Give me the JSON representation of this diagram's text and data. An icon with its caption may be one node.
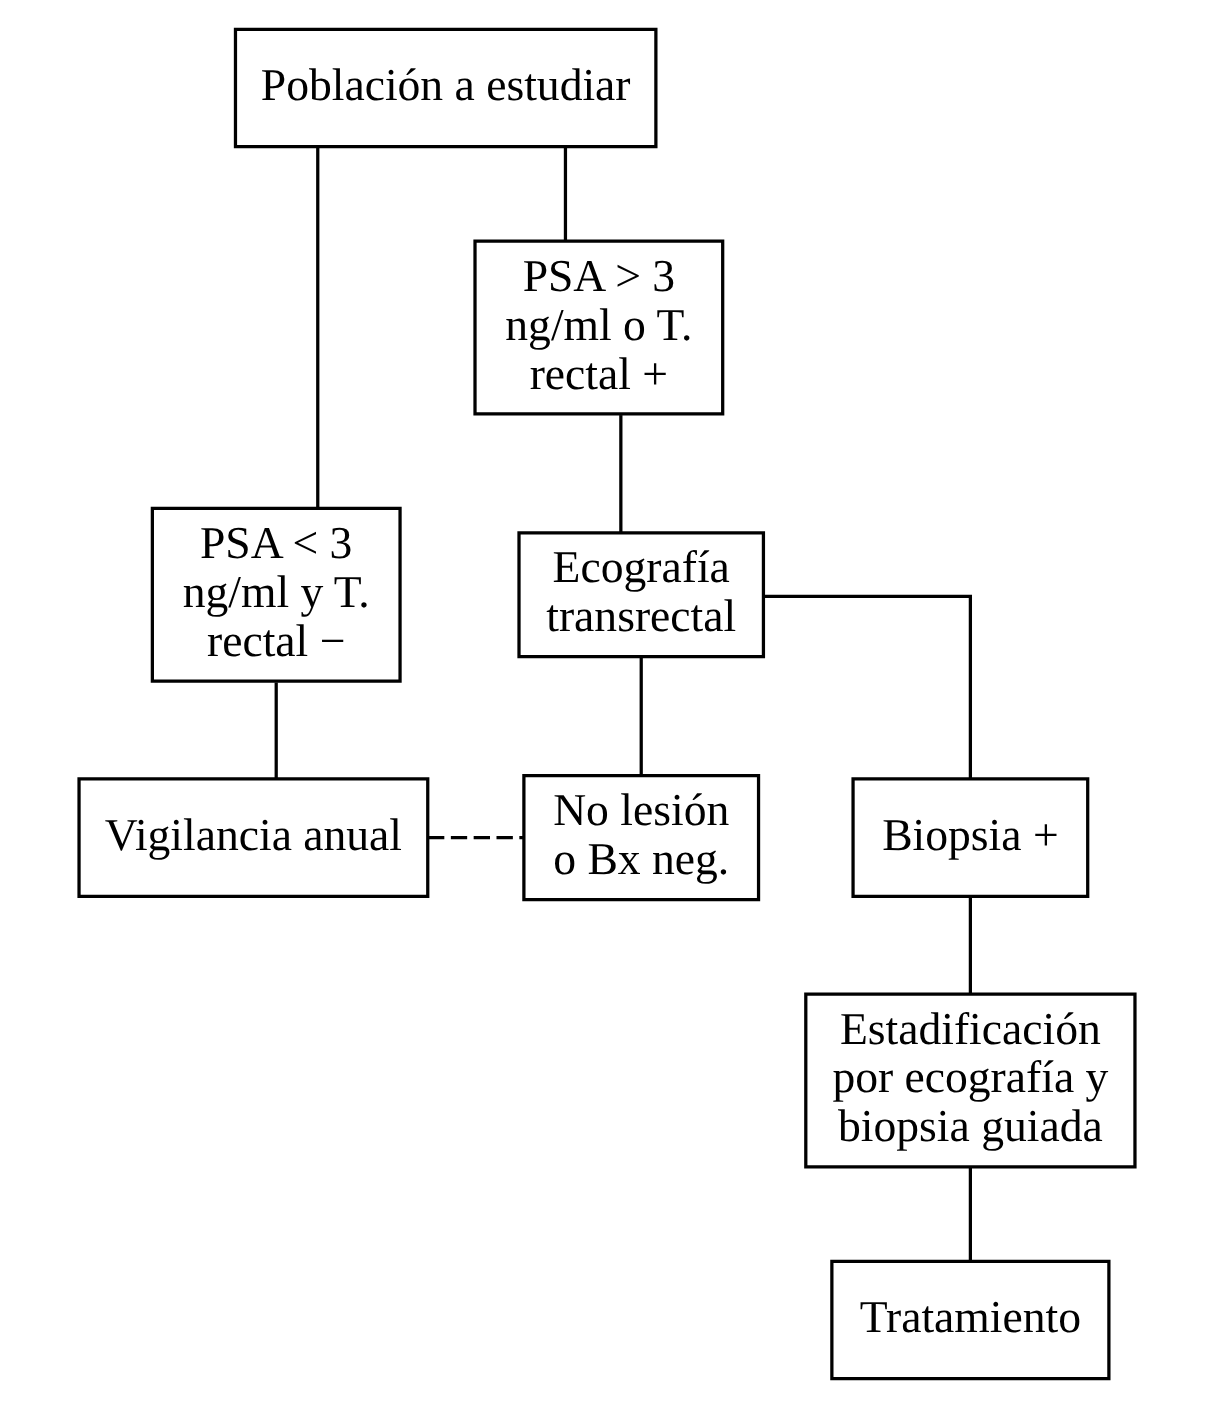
{
  "diagram": {
    "nodes": [
      {
        "text": [
          "Población a estudiar"
        ]
      },
      {
        "text": [
          "PSA < 3 ng/ml y T. rectal −"
        ]
      },
      {
        "text": [
          "PSA > 3 ng/ml o T. rectal +"
        ]
      },
      {
        "text": [
          "Ecografía transrectal"
        ]
      },
      {
        "text": [
          "Vigilancia anual"
        ]
      },
      {
        "text": [
          "No lesión o Bx neg."
        ]
      },
      {
        "text": [
          "Biopsia +"
        ]
      },
      {
        "text": [
          "Estadificación por ecografía y biopsia guiada"
        ]
      },
      {
        "text": [
          "Tratamiento"
        ]
      }
    ],
    "edges": [
      {
        "from": 0,
        "to": 1,
        "arrow": "none"
      },
      {
        "from": 0,
        "to": 2,
        "arrow": "none"
      },
      {
        "from": 1,
        "to": 4,
        "arrow": "none"
      },
      {
        "from": 2,
        "to": 3,
        "arrow": "none"
      },
      {
        "from": 3,
        "to": 5,
        "arrow": "none"
      },
      {
        "from": 3,
        "to": 6,
        "arrow": "none"
      },
      {
        "from": 4,
        "to": 5,
        "arrow": "none",
        "style": "dashed"
      },
      {
        "from": 6,
        "to": 7,
        "arrow": "none"
      },
      {
        "from": 7,
        "to": 8,
        "arrow": "none"
      }
    ]
  }
}
